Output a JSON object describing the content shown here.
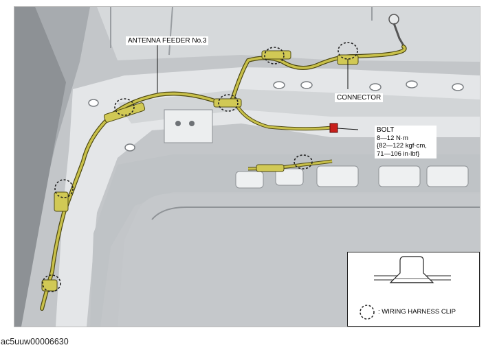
{
  "labels": {
    "antenna_feeder": "ANTENNA FEEDER No.3",
    "connector": "CONNECTOR",
    "bolt": {
      "title": "BOLT",
      "line1": "8—12 N·m",
      "line2": "{82—122 kgf·cm,",
      "line3": "71—106 in·lbf}"
    }
  },
  "legend": {
    "text": ": WIRING HARNESS CLIP"
  },
  "caption": "ac5uuw00006630",
  "colors": {
    "harness": "#c9c14a",
    "harness_outline": "#4f4a14",
    "clip_marker": "#222222",
    "bolt": "#c8201c",
    "panel_light": "#e4e6e8",
    "panel_mid": "#b8bcbf",
    "panel_dark": "#6d7175"
  }
}
